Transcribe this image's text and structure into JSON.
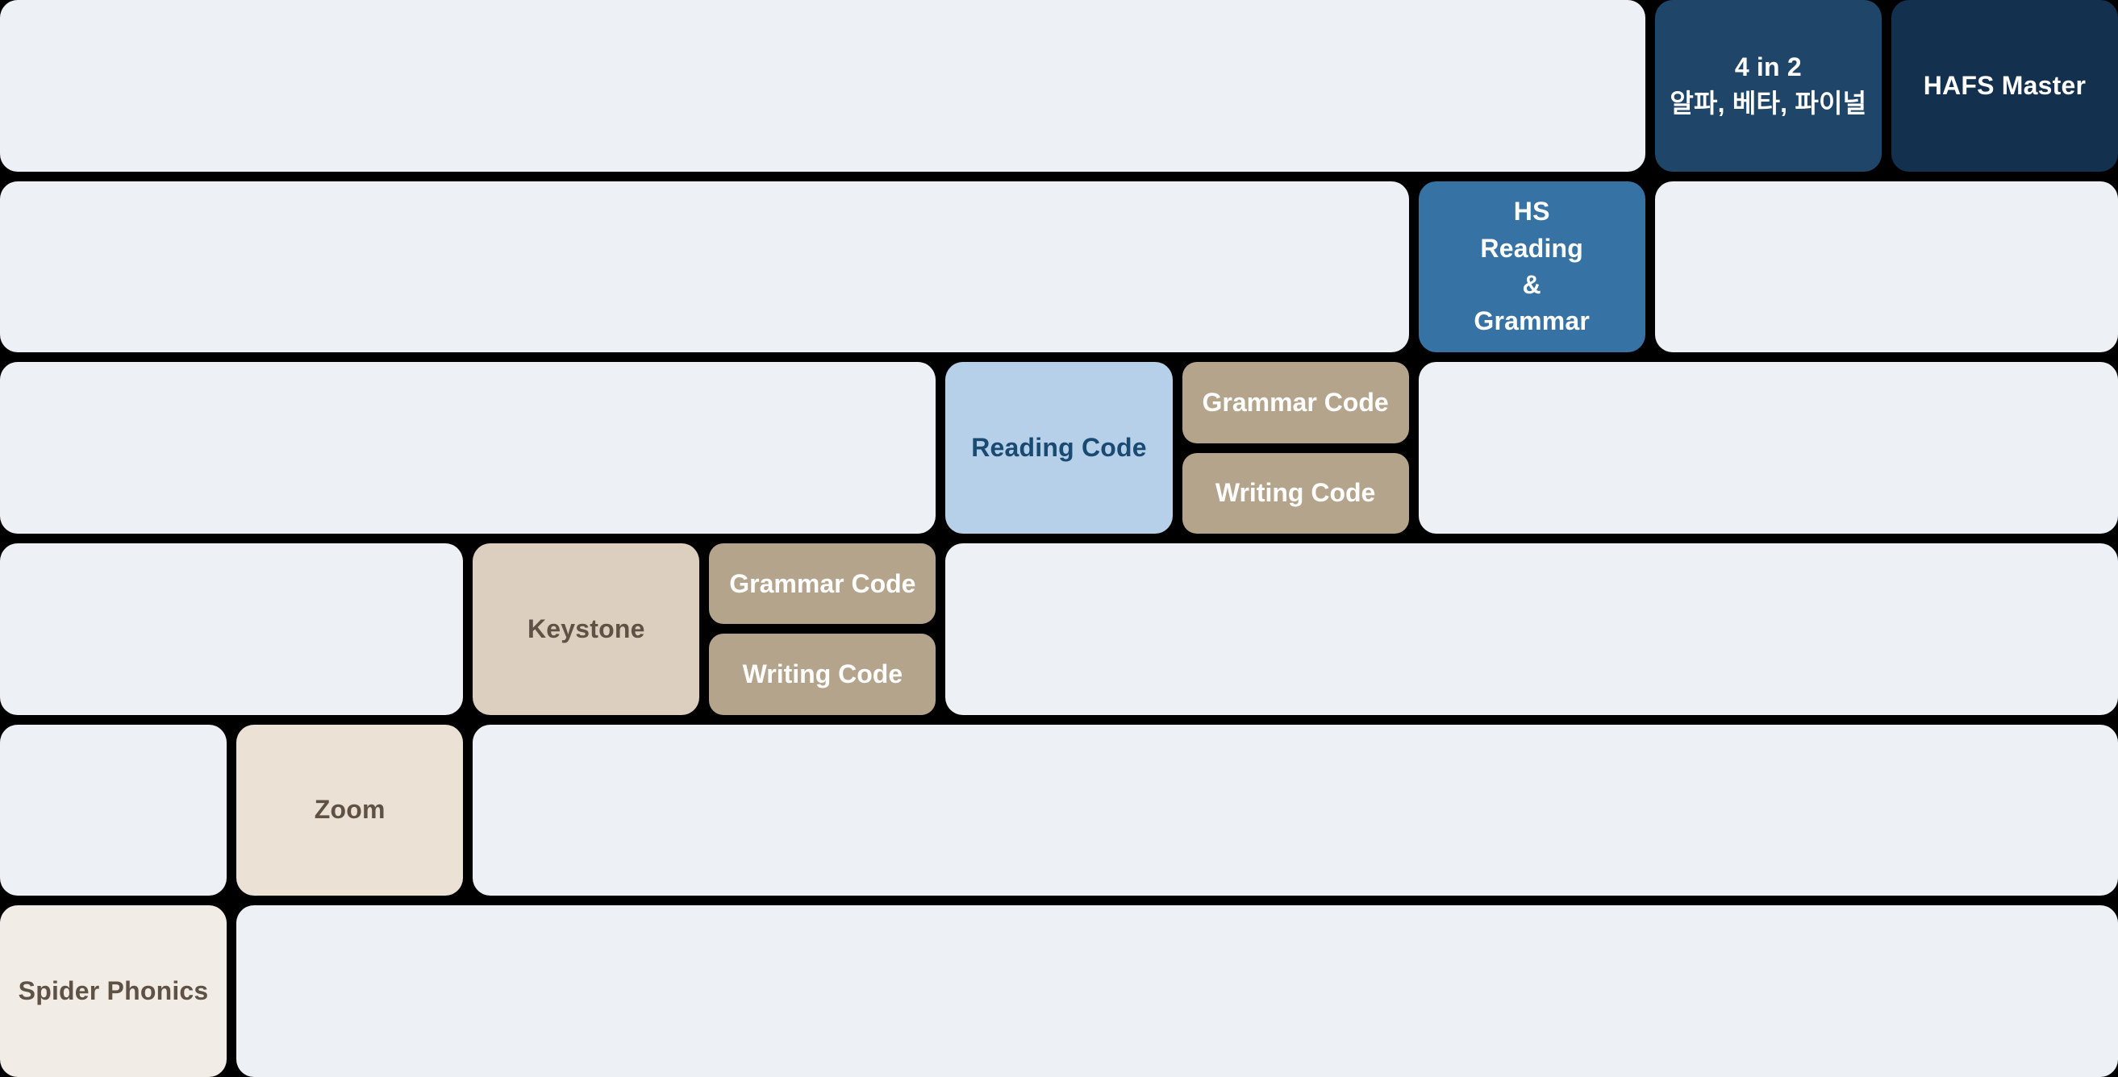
{
  "colors": {
    "page_background": "#000000",
    "panel": "#edf1f6",
    "navy_dark": "#13304e",
    "navy": "#1f4568",
    "blue": "#3672a3",
    "light_blue": "#b7d0e9",
    "tan": "#b4a48c",
    "light_tan": "#ddcfbf",
    "beige": "#ebe1d4",
    "light_beige": "#f2ece6",
    "text_white": "#ffffff",
    "text_navy": "#184a72",
    "text_brown": "#5e5245"
  },
  "courses": {
    "four_in_two": {
      "line1": "4 in 2",
      "line2": "알파, 베타, 파이널"
    },
    "hafs_master": {
      "label": "HAFS Master"
    },
    "hs_reading_grammar": {
      "line1": "HS",
      "line2": "Reading",
      "line3": "&",
      "line4": "Grammar"
    },
    "reading_code": {
      "label": "Reading Code"
    },
    "grammar_code_upper": {
      "label": "Grammar Code"
    },
    "writing_code_upper": {
      "label": "Writing Code"
    },
    "keystone": {
      "label": "Keystone"
    },
    "grammar_code_lower": {
      "label": "Grammar Code"
    },
    "writing_code_lower": {
      "label": "Writing Code"
    },
    "zoom": {
      "label": "Zoom"
    },
    "spider_phonics": {
      "label": "Spider Phonics"
    }
  }
}
